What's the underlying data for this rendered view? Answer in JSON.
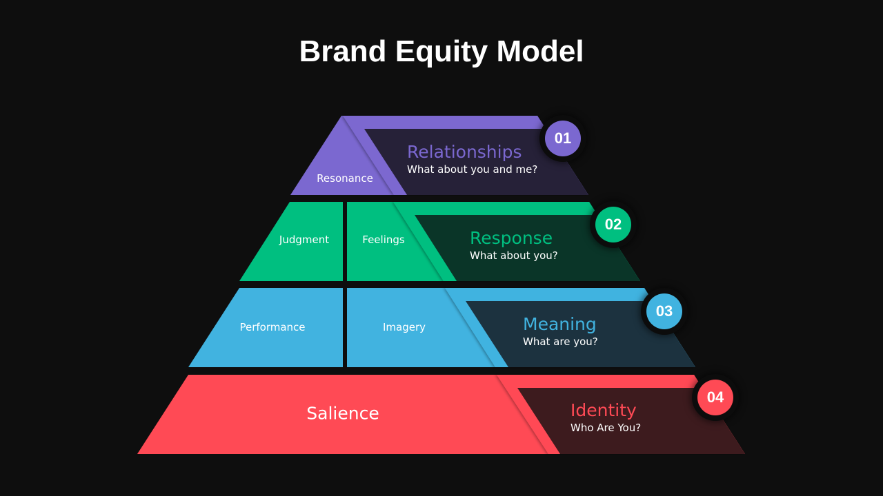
{
  "title": "Brand Equity Model",
  "tiers": [
    {
      "number": "01",
      "heading": "Relationships",
      "question": "What about you and me?",
      "blocks": [
        "Resonance"
      ],
      "color": "#7b68d0",
      "panel_color": "#262138"
    },
    {
      "number": "02",
      "heading": "Response",
      "question": "What about you?",
      "blocks": [
        "Judgment",
        "Feelings"
      ],
      "color": "#00bf80",
      "panel_color": "#0a3528"
    },
    {
      "number": "03",
      "heading": "Meaning",
      "question": "What are you?",
      "blocks": [
        "Performance",
        "Imagery"
      ],
      "color": "#41b3e0",
      "panel_color": "#1c323f"
    },
    {
      "number": "04",
      "heading": "Identity",
      "question": "Who Are You?",
      "blocks": [
        "Salience"
      ],
      "color": "#ff4a55",
      "panel_color": "#3d1b1e"
    }
  ]
}
